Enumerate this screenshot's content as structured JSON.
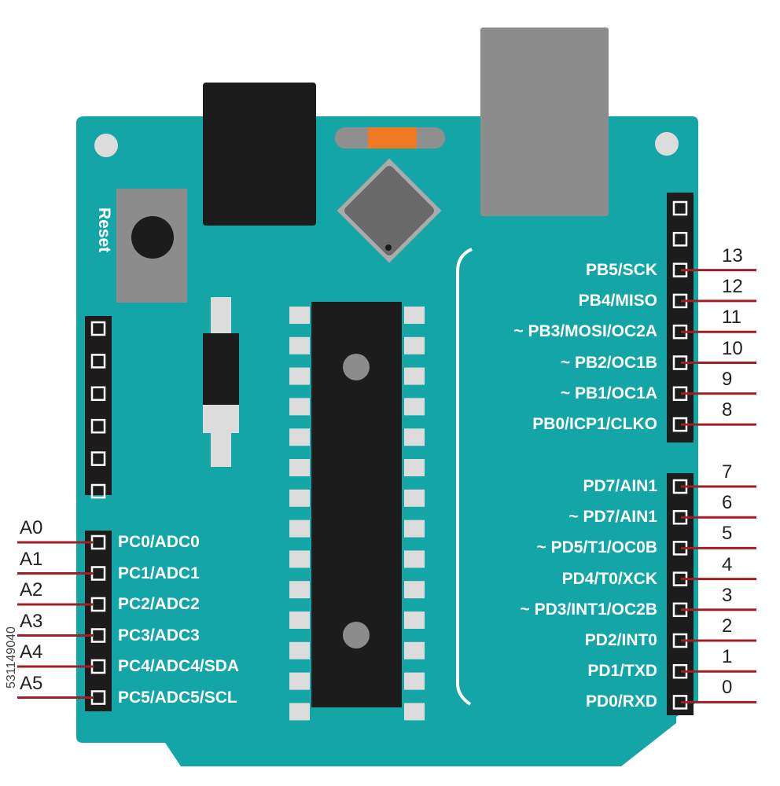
{
  "board": {
    "colors": {
      "board": "#14a5a7",
      "header": "#1c1c1c",
      "pin_wire": "#a11f24",
      "chip": "#1c1c1c",
      "usb": "#8c8c8c",
      "crystal": "#f07a23"
    },
    "reset_label": "Reset",
    "watermark_id": "531149040",
    "analog_pins": [
      {
        "num": "A0",
        "label": "PC0/ADC0"
      },
      {
        "num": "A1",
        "label": "PC1/ADC1"
      },
      {
        "num": "A2",
        "label": "PC2/ADC2"
      },
      {
        "num": "A3",
        "label": "PC3/ADC3"
      },
      {
        "num": "A4",
        "label": "PC4/ADC4/SDA"
      },
      {
        "num": "A5",
        "label": "PC5/ADC5/SCL"
      }
    ],
    "digital_high": [
      {
        "num": "13",
        "label": "PB5/SCK"
      },
      {
        "num": "12",
        "label": "PB4/MISO"
      },
      {
        "num": "11",
        "label": "~ PB3/MOSI/OC2A"
      },
      {
        "num": "10",
        "label": "~ PB2/OC1B"
      },
      {
        "num": "9",
        "label": "~ PB1/OC1A"
      },
      {
        "num": "8",
        "label": "PB0/ICP1/CLKO"
      }
    ],
    "digital_low": [
      {
        "num": "7",
        "label": "PD7/AIN1"
      },
      {
        "num": "6",
        "label": "~ PD7/AIN1"
      },
      {
        "num": "5",
        "label": "~ PD5/T1/OC0B"
      },
      {
        "num": "4",
        "label": "PD4/T0/XCK"
      },
      {
        "num": "3",
        "label": "~ PD3/INT1/OC2B"
      },
      {
        "num": "2",
        "label": "PD2/INT0"
      },
      {
        "num": "1",
        "label": "PD1/TXD"
      },
      {
        "num": "0",
        "label": "PD0/RXD"
      }
    ]
  }
}
